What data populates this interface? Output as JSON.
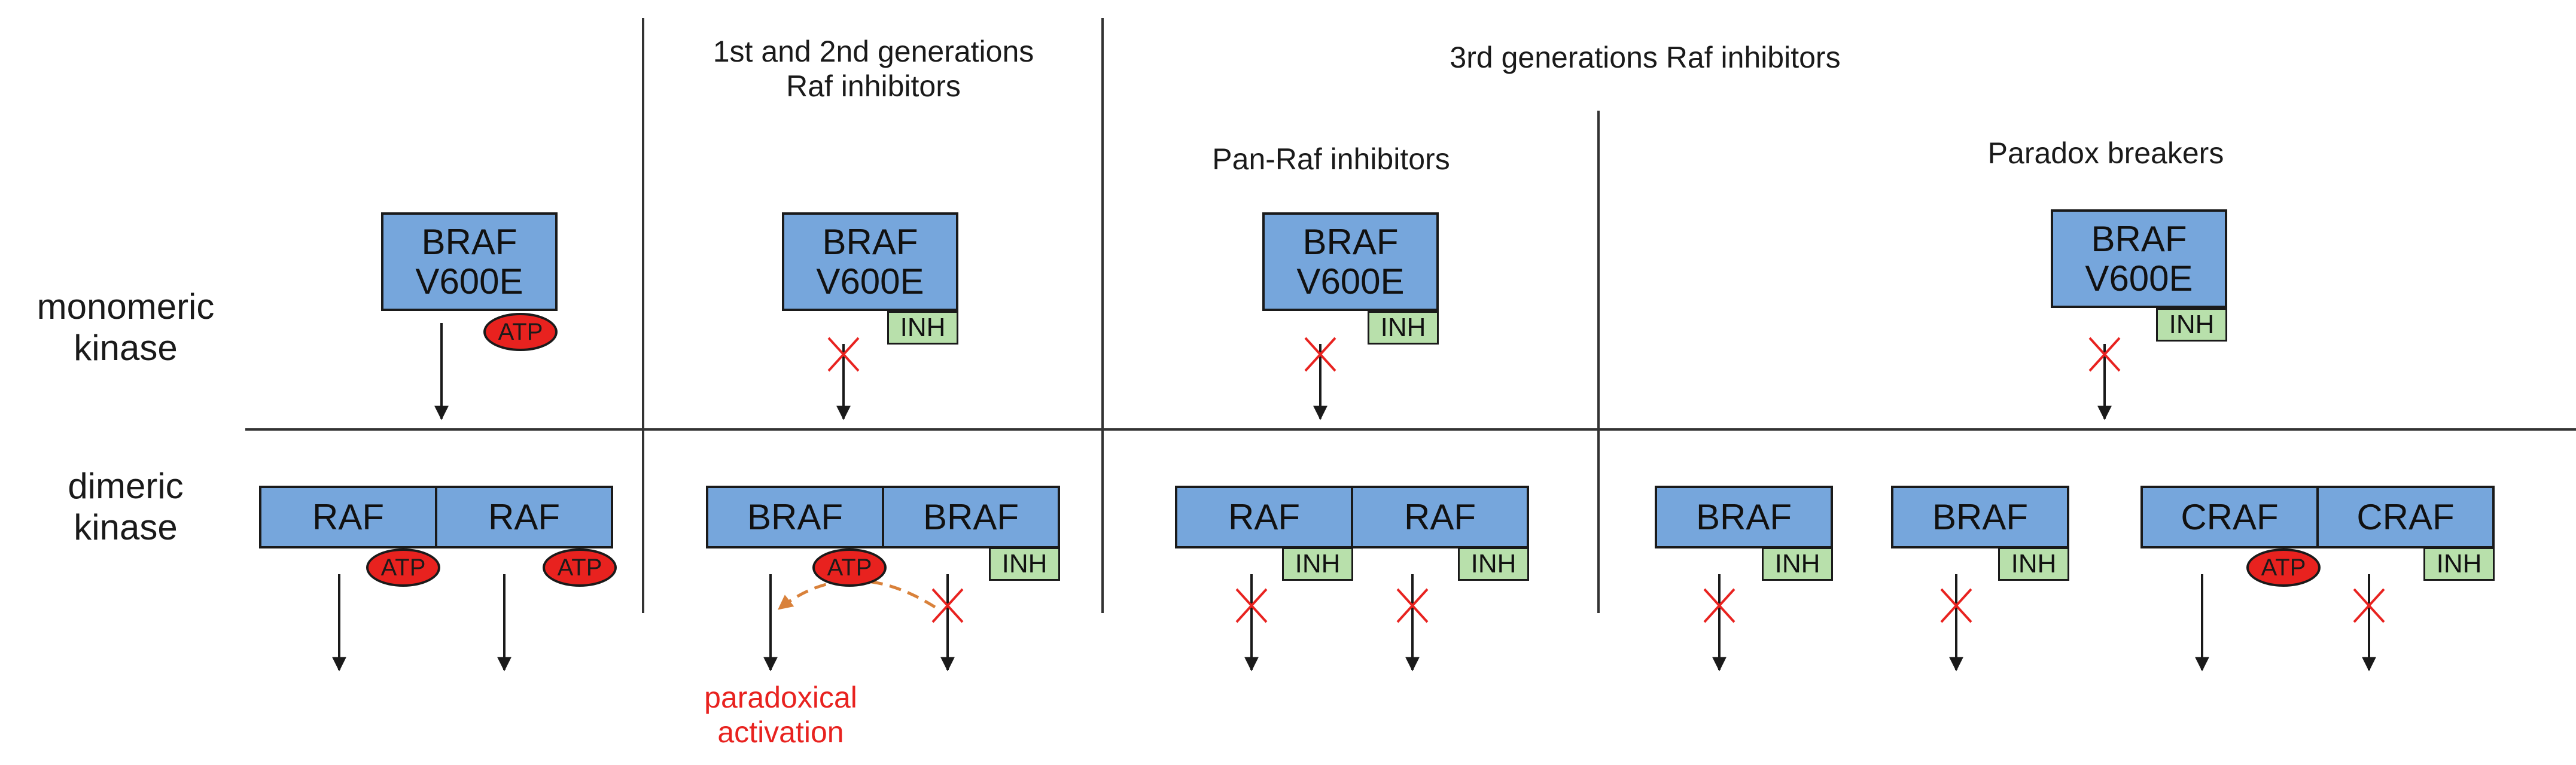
{
  "headers": {
    "gen12": "1st and 2nd generations\nRaf inhibitors",
    "gen3": "3rd generations Raf inhibitors",
    "panraf": "Pan-Raf inhibitors",
    "paradox": "Paradox breakers"
  },
  "rows": {
    "monomeric": "monomeric\nkinase",
    "dimeric": "dimeric\nkinase"
  },
  "labels": {
    "braf_v600e": "BRAF\nV600E",
    "braf": "BRAF",
    "raf": "RAF",
    "craf": "CRAF",
    "inh": "INH",
    "atp": "ATP",
    "paradoxical": "paradoxical\nactivation"
  },
  "colors": {
    "kinase_box": "#76a6dc",
    "inhibitor_tag": "#b8e0ab",
    "atp": "#e8221f",
    "block_mark": "#e8221f",
    "paradoxical_arrow": "#d9813a",
    "line": "#1a1a1a"
  }
}
